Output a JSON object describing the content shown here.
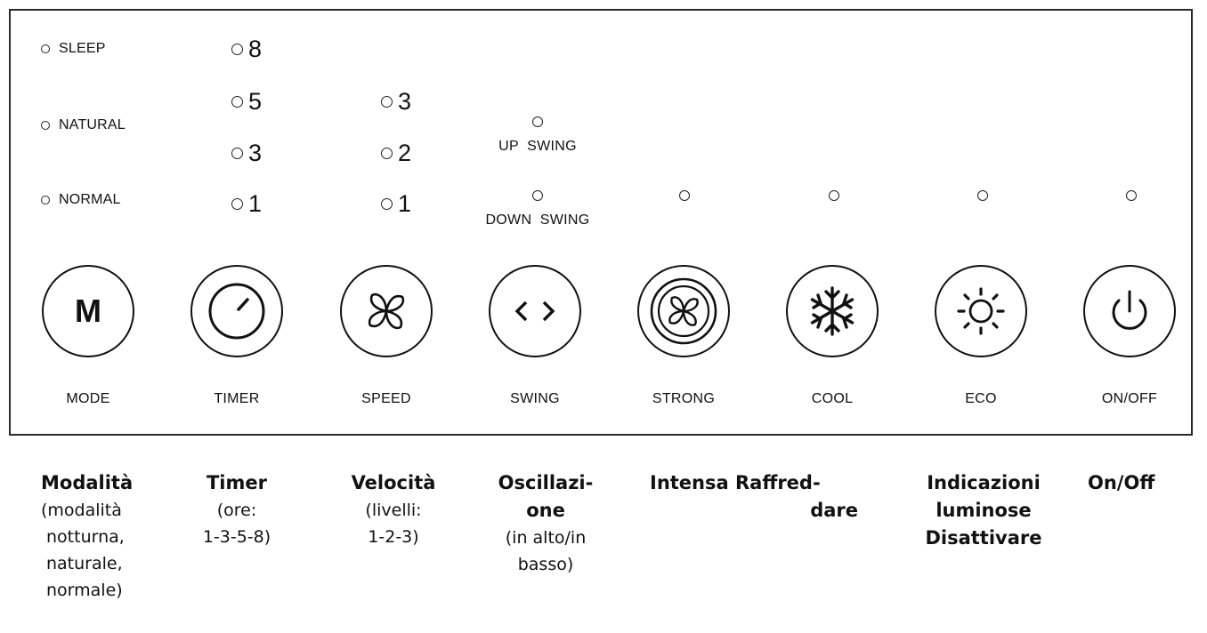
{
  "panel": {
    "mode_leds": [
      "SLEEP",
      "NATURAL",
      "NORMAL"
    ],
    "timer_leds": [
      "8",
      "5",
      "3",
      "1"
    ],
    "speed_leds": [
      "3",
      "2",
      "1"
    ],
    "swing_leds": [
      "UP  SWING",
      "DOWN  SWING"
    ],
    "buttons": [
      {
        "label": "MODE",
        "icon": "mode-m-icon",
        "glyph": "M"
      },
      {
        "label": "TIMER",
        "icon": "timer-dial-icon"
      },
      {
        "label": "SPEED",
        "icon": "fan-icon"
      },
      {
        "label": "SWING",
        "icon": "swing-arrows-icon"
      },
      {
        "label": "STRONG",
        "icon": "fan-strong-icon"
      },
      {
        "label": "COOL",
        "icon": "snowflake-icon"
      },
      {
        "label": "ECO",
        "icon": "sun-icon"
      },
      {
        "label": "ON/OFF",
        "icon": "power-icon"
      }
    ]
  },
  "captions": {
    "mode": {
      "title": "Modalità",
      "lines": [
        "(modalità",
        "notturna,",
        "naturale,",
        "normale)"
      ]
    },
    "timer": {
      "title": "Timer",
      "lines": [
        "(ore:",
        "1-3-5-8)"
      ]
    },
    "speed": {
      "title": "Velocità",
      "lines": [
        "(livelli:",
        "1-2-3)"
      ]
    },
    "swing": {
      "title_lines": [
        "Oscillazi-",
        "one"
      ],
      "lines": [
        "(in alto/in",
        "basso)"
      ]
    },
    "strong_cool": {
      "line1": "Intensa Raffred-",
      "line2": "dare"
    },
    "eco": {
      "title_lines": [
        "Indicazioni",
        "luminose",
        "Disattivare"
      ]
    },
    "onoff": {
      "title": "On/Off"
    }
  }
}
